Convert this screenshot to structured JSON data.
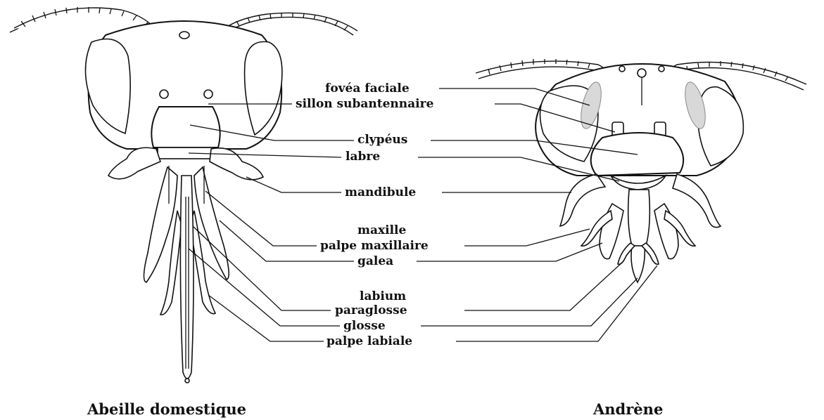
{
  "labels": {
    "fovea_faciale": "fovéa faciale",
    "sillon_subantennaire": "sillon subantennaire",
    "clypeus": "clypéus",
    "labre": "labre",
    "mandibule": "mandibule",
    "maxille": "maxille",
    "palpe_maxillaire": "palpe maxillaire",
    "galea": "galea",
    "labium": "labium",
    "paraglosse": "paraglosse",
    "glosse": "glosse",
    "palpe_labiale": "palpe labiale"
  },
  "captions": {
    "left": "Abeille domestique",
    "right": "Andrène"
  }
}
